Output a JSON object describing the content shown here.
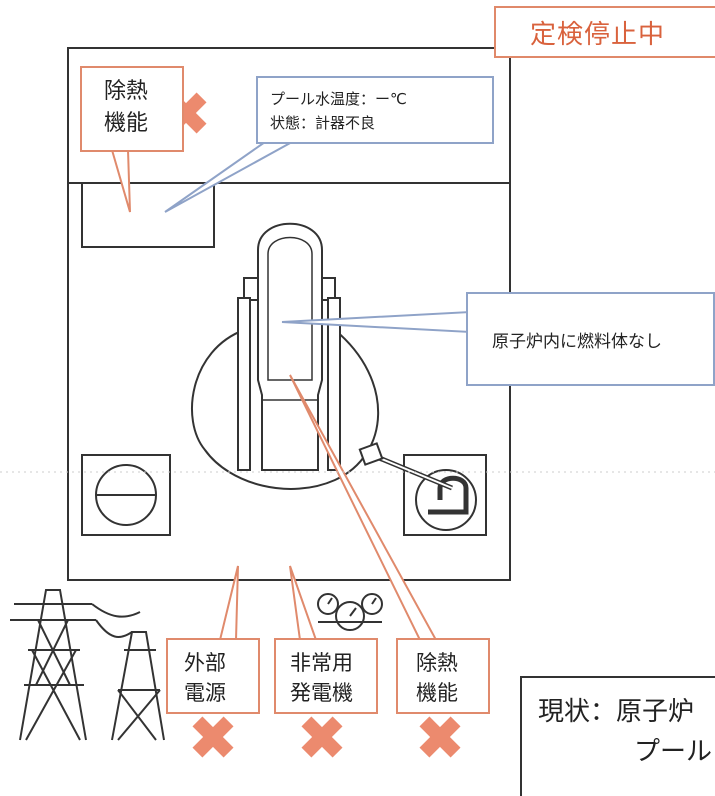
{
  "status_label": "定検停止中",
  "callouts": {
    "heat_removal_top": [
      "除熱",
      "機能"
    ],
    "pool_temp": "プール水温度：ー℃",
    "pool_state": "状態：計器不良",
    "reactor_fuel": "原子炉内に燃料体なし",
    "external_power": [
      "外部",
      "電源"
    ],
    "emergency_generator": [
      "非常用",
      "発電機"
    ],
    "heat_removal_bottom": [
      "除熱",
      "機能"
    ]
  },
  "bottom_note": [
    "現状：原子炉",
    "プール"
  ],
  "icons": [
    "cross-mark-icon",
    "transmission-tower-icon",
    "gauge-icon",
    "pump-icon"
  ],
  "colors": {
    "accent": "#d9623d",
    "cross": "#ec8a6e",
    "callout_blue": "#8fa3c8",
    "line": "#333333"
  }
}
